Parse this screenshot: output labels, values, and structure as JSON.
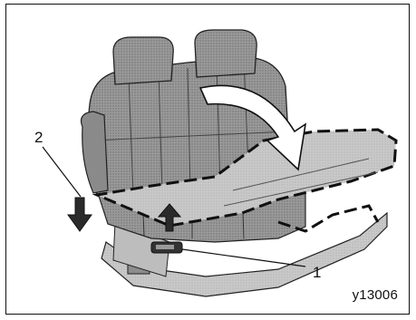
{
  "callouts": {
    "label_1": "1",
    "label_2": "2"
  },
  "figure_id": "y13006"
}
